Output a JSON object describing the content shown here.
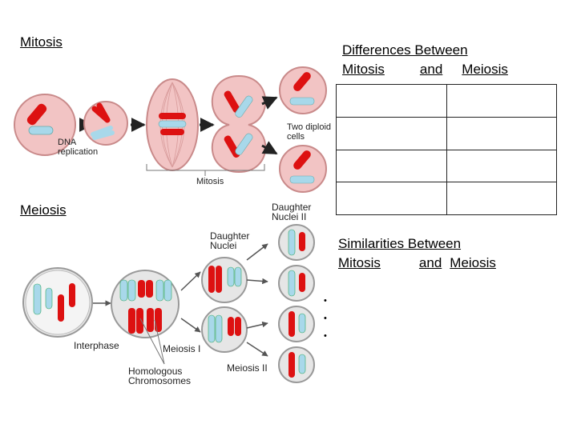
{
  "titles": {
    "mitosis": "Mitosis",
    "meiosis": "Meiosis"
  },
  "differences": {
    "title_line1": "Differences Between",
    "word_mitosis": "Mitosis",
    "word_and": "and",
    "word_meiosis": "Meiosis",
    "rows": [
      [
        "",
        ""
      ],
      [
        "",
        ""
      ],
      [
        "",
        ""
      ],
      [
        "",
        ""
      ]
    ]
  },
  "similarities": {
    "title_line1": "Similarities Between",
    "word_mitosis": "Mitosis",
    "word_and": "and",
    "word_meiosis": "Meiosis",
    "bullets": [
      "",
      "",
      ""
    ]
  },
  "mitosis_diagram": {
    "label_dna_replication_1": "DNA",
    "label_dna_replication_2": "replication",
    "label_two_diploid_1": "Two diploid",
    "label_two_diploid_2": "cells",
    "label_mitosis": "Mitosis"
  },
  "meiosis_diagram": {
    "label_daughter_nuclei_ii_1": "Daughter",
    "label_daughter_nuclei_ii_2": "Nuclei II",
    "label_daughter_nuclei_1": "Daughter",
    "label_daughter_nuclei_2": "Nuclei",
    "label_interphase": "Interphase",
    "label_meiosis_i": "Meiosis I",
    "label_homologous_1": "Homologous",
    "label_homologous_2": "Chromosomes",
    "label_meiosis_ii": "Meiosis II"
  },
  "colors": {
    "cell_fill": "#f2c4c4",
    "cell_stroke": "#c98a8a",
    "chromosome_red": "#dd1111",
    "chromosome_blue": "#a8d8ea",
    "meiosis_cell_fill": "#e6e6e6"
  }
}
